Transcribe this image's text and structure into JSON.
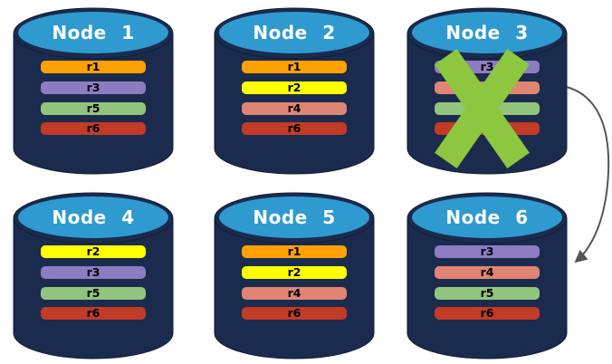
{
  "diagram": {
    "description": "Replicated database nodes; Node 3 failed, its replicas recovered on Node 6",
    "failed_node": "Node 3",
    "arrow": {
      "from": "Node 3",
      "to": "Node 6"
    }
  },
  "colors": {
    "cylinder_body": "#1B2B4D",
    "cylinder_lid": "#2E9AD0",
    "cylinder_outline": "#0F1E38",
    "failure_x": "#8DC63F",
    "arrow": "#555555",
    "replica_r1": "#FFA102",
    "replica_r2": "#FFFF00",
    "replica_r3": "#8E7CC3",
    "replica_r4": "#E08473",
    "replica_r5": "#93C47D",
    "replica_r6": "#C13B26"
  },
  "nodes": [
    {
      "label": "Node 1",
      "failed": false,
      "bars": [
        {
          "label": "r1",
          "color": "#FFA102"
        },
        {
          "label": "r3",
          "color": "#8E7CC3"
        },
        {
          "label": "r5",
          "color": "#93C47D"
        },
        {
          "label": "r6",
          "color": "#C13B26"
        }
      ]
    },
    {
      "label": "Node 2",
      "failed": false,
      "bars": [
        {
          "label": "r1",
          "color": "#FFA102"
        },
        {
          "label": "r2",
          "color": "#FFFF00"
        },
        {
          "label": "r4",
          "color": "#E08473"
        },
        {
          "label": "r6",
          "color": "#C13B26"
        }
      ]
    },
    {
      "label": "Node 3",
      "failed": true,
      "bars": [
        {
          "label": "r3",
          "color": "#8E7CC3"
        },
        {
          "label": "r4",
          "color": "#E08473"
        },
        {
          "label": "r5",
          "color": "#93C47D"
        },
        {
          "label": "r6",
          "color": "#C13B26"
        }
      ]
    },
    {
      "label": "Node 4",
      "failed": false,
      "bars": [
        {
          "label": "r2",
          "color": "#FFFF00"
        },
        {
          "label": "r3",
          "color": "#8E7CC3"
        },
        {
          "label": "r5",
          "color": "#93C47D"
        },
        {
          "label": "r6",
          "color": "#C13B26"
        }
      ]
    },
    {
      "label": "Node 5",
      "failed": false,
      "bars": [
        {
          "label": "r1",
          "color": "#FFA102"
        },
        {
          "label": "r2",
          "color": "#FFFF00"
        },
        {
          "label": "r4",
          "color": "#E08473"
        },
        {
          "label": "r6",
          "color": "#C13B26"
        }
      ]
    },
    {
      "label": "Node 6",
      "failed": false,
      "bars": [
        {
          "label": "r3",
          "color": "#8E7CC3"
        },
        {
          "label": "r4",
          "color": "#E08473"
        },
        {
          "label": "r5",
          "color": "#93C47D"
        },
        {
          "label": "r6",
          "color": "#C13B26"
        }
      ]
    }
  ]
}
